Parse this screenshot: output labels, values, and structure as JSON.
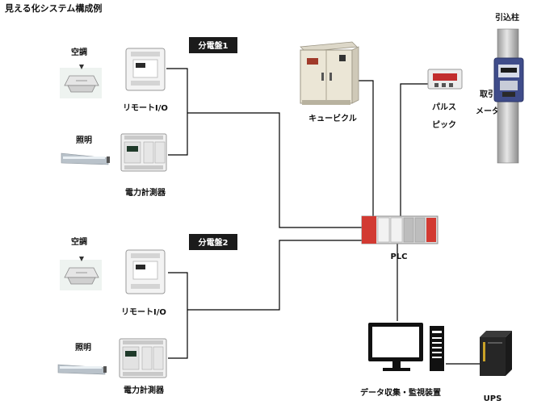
{
  "title": "見える化システム構成例",
  "panel1": {
    "label": "分電盤1"
  },
  "panel2": {
    "label": "分電盤2"
  },
  "devices": {
    "aircon_1": "空調",
    "lighting_1": "照明",
    "remote_io_1": "リモートI/O",
    "power_meter_1": "電力計測器",
    "aircon_2": "空調",
    "lighting_2": "照明",
    "remote_io_2": "リモートI/O",
    "power_meter_2": "電力計測器",
    "cubicle": "キュービクル",
    "pulse_pick_line1": "パルス",
    "pulse_pick_line2": "ピック",
    "trade_meter_line1": "取引",
    "trade_meter_line2": "メータ",
    "service_pole": "引込柱",
    "plc": "PLC",
    "data_collection": "データ収集・監視装置",
    "ups": "UPS"
  }
}
